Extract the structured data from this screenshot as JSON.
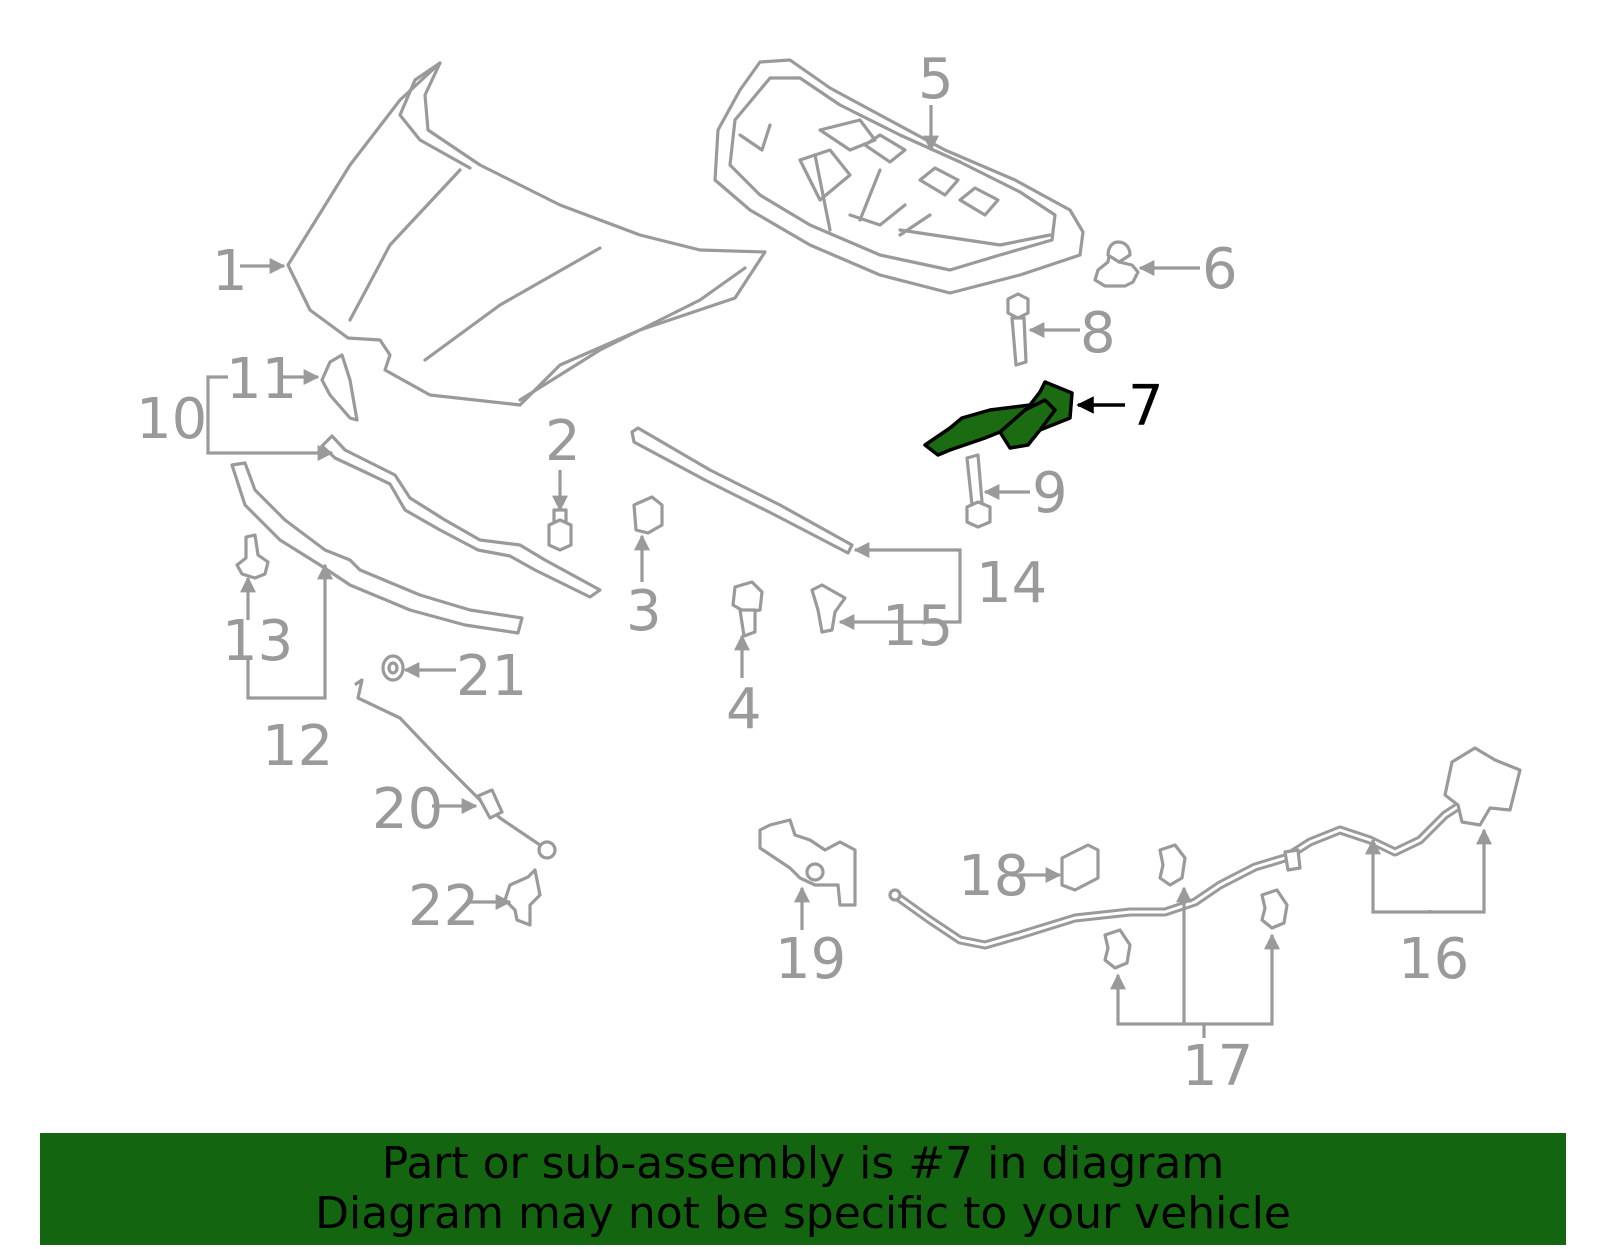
{
  "diagram": {
    "highlight_color": "#1a6b12",
    "part_color": "#9a9a9a",
    "highlighted_part": "7",
    "callouts": [
      "1",
      "2",
      "3",
      "4",
      "5",
      "6",
      "7",
      "8",
      "9",
      "10",
      "11",
      "12",
      "13",
      "14",
      "15",
      "16",
      "17",
      "18",
      "19",
      "20",
      "21",
      "22"
    ]
  },
  "banner": {
    "color": "#146510",
    "line1": "Part or sub-assembly is #7 in diagram",
    "line2": "Diagram may not be specific to your vehicle"
  }
}
